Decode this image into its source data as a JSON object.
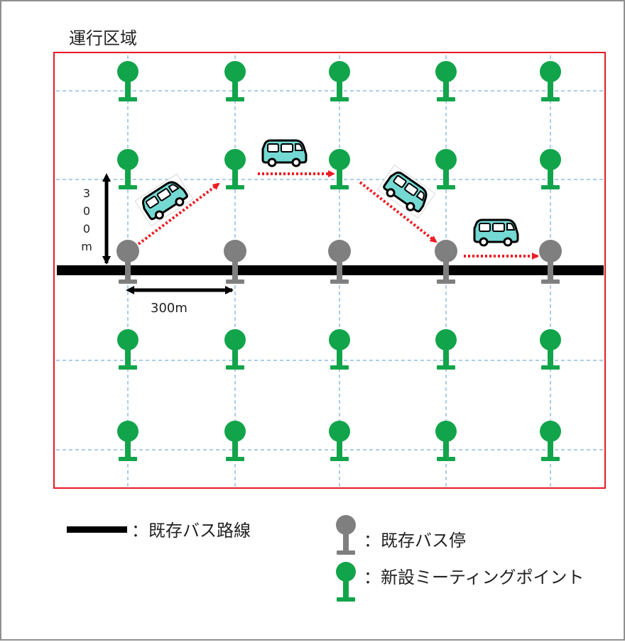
{
  "diagram": {
    "area_title": "運行区域",
    "horizontal_distance": "300m",
    "vertical_distance_chars": [
      "3",
      "0",
      "0",
      "m"
    ]
  },
  "legend": {
    "bus_route_label": "：既存バス路線",
    "bus_stop_label": "：既存バス停",
    "meeting_point_label": "：新設ミーティングポイント"
  },
  "colors": {
    "meeting_point": "#12a44a",
    "bus_stop": "#7f7f7f",
    "service_area_border": "#e31b23",
    "grid_line": "#5b9bd5",
    "route_arrow": "#ee1c24",
    "van_body": "#74d9d3",
    "bus_route": "#000000"
  },
  "icons": {
    "meeting_point": "meeting-point-pin-icon",
    "bus_stop": "bus-stop-pin-icon",
    "vehicle": "van-icon"
  }
}
